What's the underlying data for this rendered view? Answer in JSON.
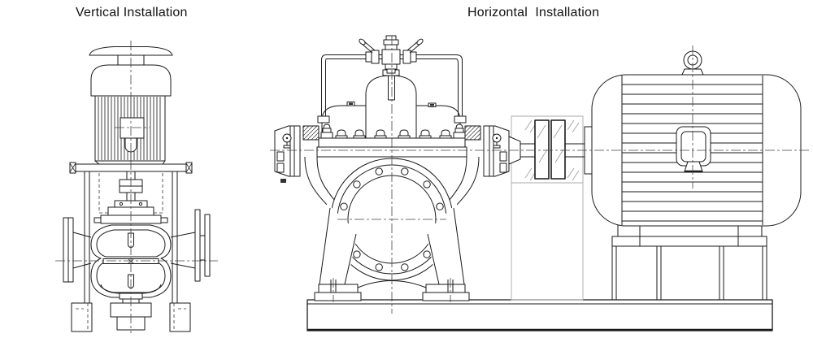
{
  "titles": {
    "vertical": "Vertical Installation",
    "horizontal": "Horizontal  Installation"
  },
  "colors": {
    "background": "#ffffff",
    "line": "#1a1a1a",
    "centerline": "#444444",
    "coupling_guard": "#aaaaaa"
  },
  "drawings": {
    "vertical_parts": "fan-cover, motor-dome, finned-motor-body, terminal-box, mounting-flange, coupling, support-columns, volute-casing, side-flanges, base-feet",
    "horizontal_parts": "vent-valve-cross, seal-piping, split-case-casing, split-flange-nuts, bearing-housings, suction-flange, pump-feet, coupling, coupling-guard, electric-motor, eyebolt, terminal-box, motor-pedestal, baseplate"
  }
}
